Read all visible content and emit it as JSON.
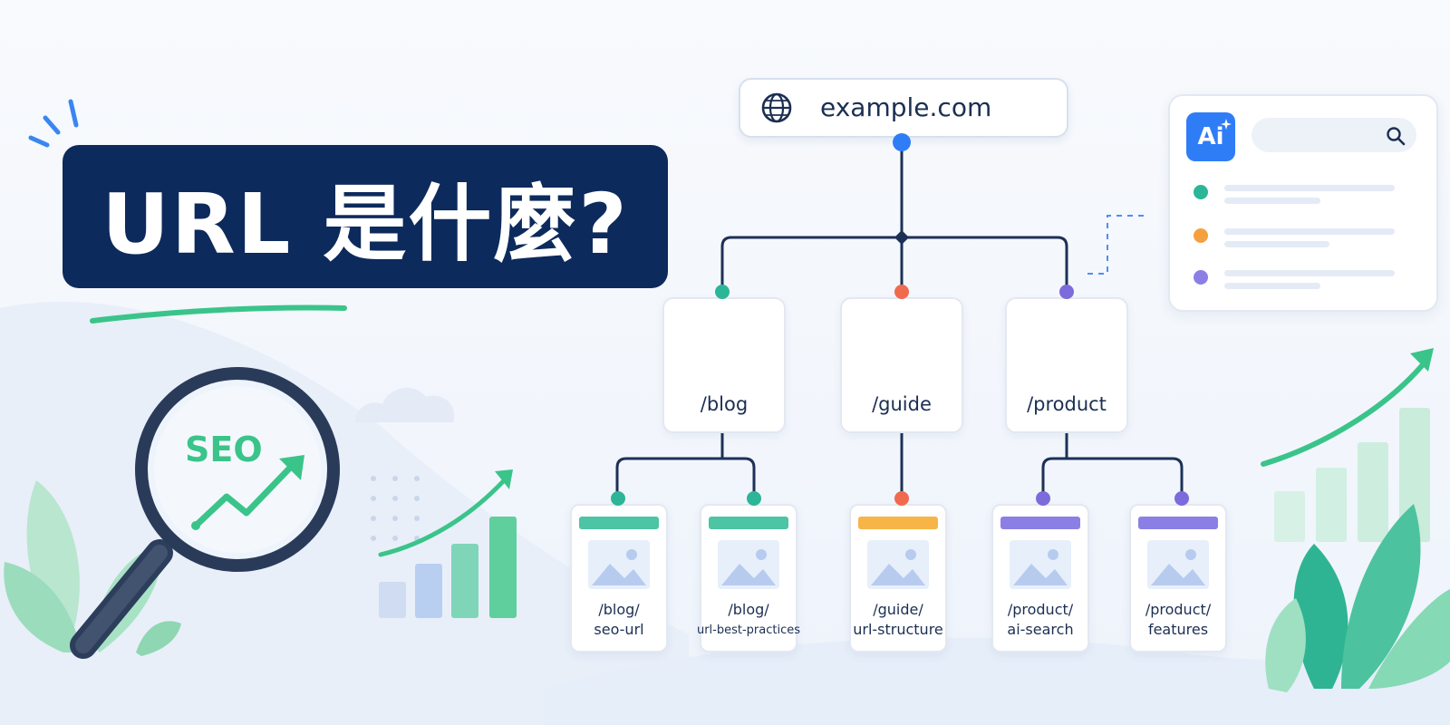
{
  "title": "URL 是什麼?",
  "domain": {
    "label": "example.com",
    "icon": "globe-icon"
  },
  "folders": [
    {
      "label": "/blog",
      "color": "#7ed9b4",
      "tab_color": "#5fc99a",
      "dot_color": "#2cb597"
    },
    {
      "label": "/guide",
      "color": "#fdcb69",
      "tab_color": "#f6b546",
      "dot_color": "#f06a4f"
    },
    {
      "label": "/product",
      "color": "#9d92ea",
      "tab_color": "#8276de",
      "dot_color": "#7b6bdb"
    }
  ],
  "pages": [
    {
      "line1": "/blog/",
      "line2": "seo-url",
      "band_color": "#4dc4a4",
      "dot_color": "#2cb597"
    },
    {
      "line1": "/blog/",
      "line2": "url-best-practices",
      "band_color": "#4dc4a4",
      "dot_color": "#2cb597"
    },
    {
      "line1": "/guide/",
      "line2": "url-structure",
      "band_color": "#f6b546",
      "dot_color": "#f06a4f"
    },
    {
      "line1": "/product/",
      "line2": "ai-search",
      "band_color": "#8b7fe6",
      "dot_color": "#7b6bdb"
    },
    {
      "line1": "/product/",
      "line2": "features",
      "band_color": "#8b7fe6",
      "dot_color": "#7b6bdb"
    }
  ],
  "ai_panel": {
    "badge": "Ai",
    "search_icon": "search-icon",
    "result_dots": [
      "#2cb597",
      "#f5a03f",
      "#8b7fe6"
    ]
  },
  "magnifier": {
    "label": "SEO",
    "icon": "magnifier-icon"
  },
  "colors": {
    "navy": "#0d2a5c",
    "accent_blue": "#2f7df6",
    "green": "#3ac48a",
    "line": "#1d3157"
  }
}
